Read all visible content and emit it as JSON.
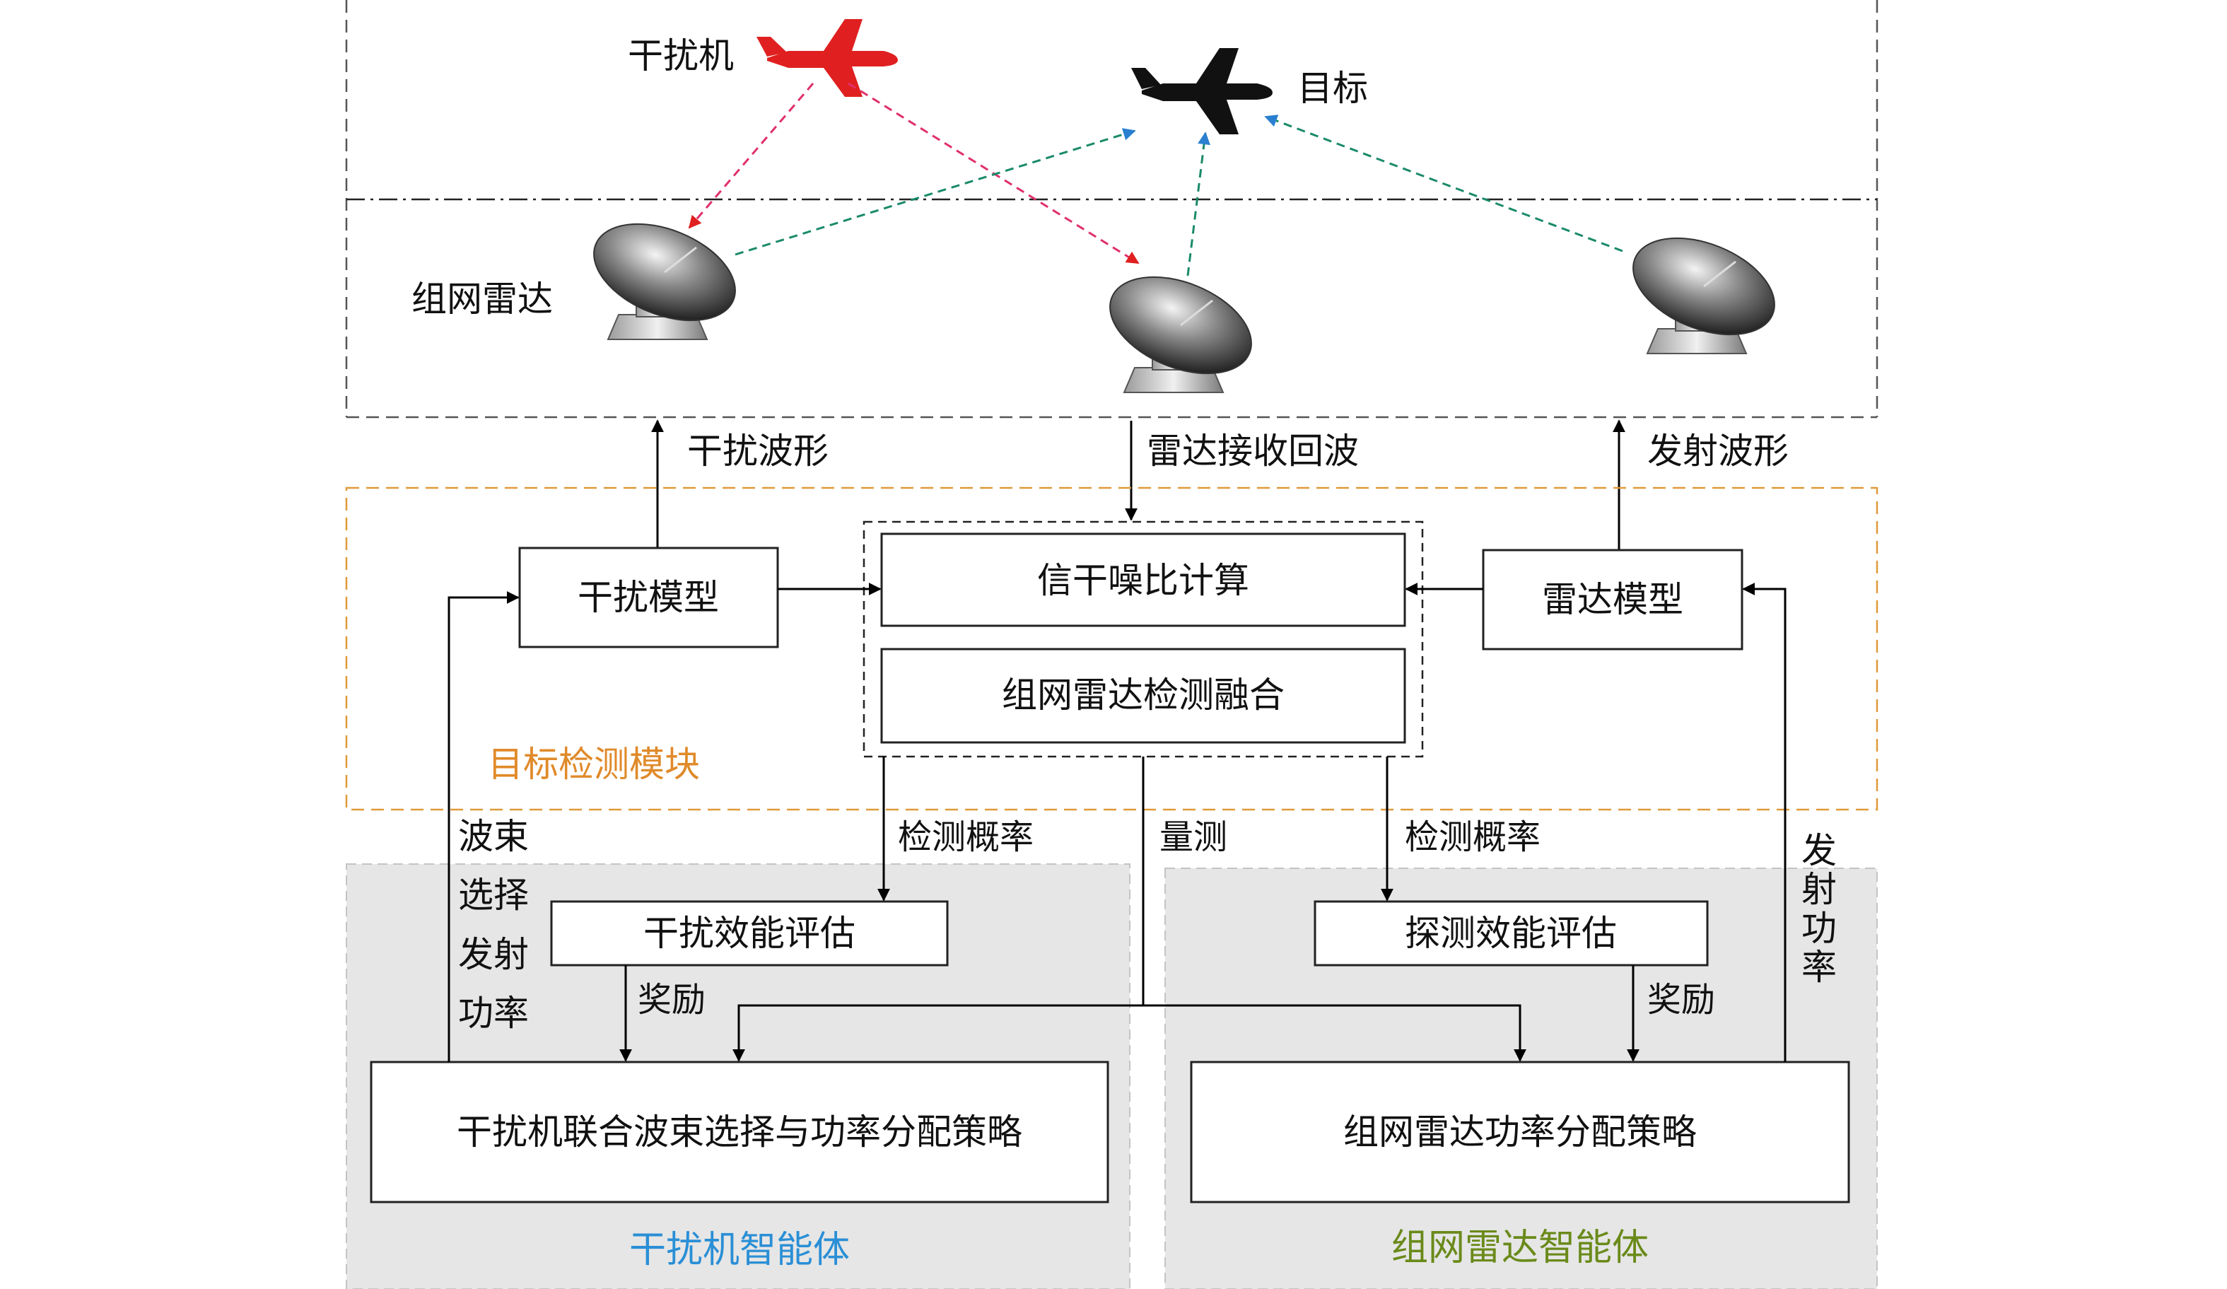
{
  "scene": {
    "jammer_label": "干扰机",
    "target_label": "目标",
    "radar_net_label": "组网雷达"
  },
  "flows": {
    "jam_waveform": "干扰波形",
    "radar_echo": "雷达接收回波",
    "tx_waveform": "发射波形"
  },
  "detection_module": {
    "title": "目标检测模块",
    "jam_model": "干扰模型",
    "radar_model": "雷达模型",
    "sinr_calc": "信干噪比计算",
    "fusion": "组网雷达检测融合"
  },
  "links": {
    "detect_prob_left": "检测概率",
    "measurement": "量测",
    "detect_prob_right": "检测概率",
    "reward_left": "奖励",
    "reward_right": "奖励",
    "beam_select_power": [
      "波束",
      "选择",
      "发射",
      "功率"
    ],
    "tx_power_vertical": [
      "发",
      "射",
      "功",
      "率"
    ]
  },
  "jammer_agent": {
    "title": "干扰机智能体",
    "eval": "干扰效能评估",
    "policy": "干扰机联合波束选择与功率分配策略"
  },
  "radar_agent": {
    "title": "组网雷达智能体",
    "eval": "探测效能评估",
    "policy": "组网雷达功率分配策略"
  },
  "colors": {
    "jam_link": "#e0306a",
    "radar_link": "#1a8a6a",
    "module_border": "#e09a3a",
    "module_title": "#e08a2a",
    "jammer_agent_title": "#2a8fd6",
    "radar_agent_title": "#6a8a1a",
    "agent_bg": "#e6e6e6",
    "jammer_plane": "#e02020",
    "target_plane": "#111111"
  }
}
